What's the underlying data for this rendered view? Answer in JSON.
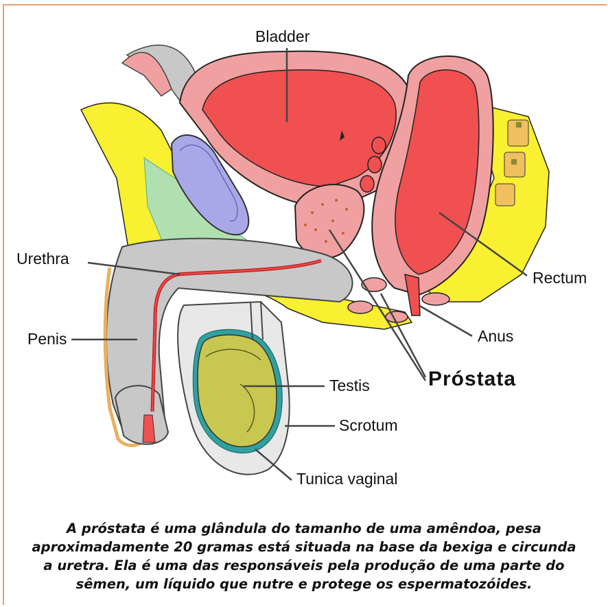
{
  "labels": {
    "bladder": "Bladder",
    "urethra": "Urethra",
    "penis": "Penis",
    "rectum": "Rectum",
    "anus": "Anus",
    "prostata": "Próstata",
    "testis": "Testis",
    "scrotum": "Scrotum",
    "tunica": "Tunica vaginal"
  },
  "caption": [
    "A próstata é uma glândula do tamanho de uma amêndoa, pesa",
    "aproximadamente 20 gramas está situada na base da bexiga e circunda",
    "a uretra. Ela é uma das responsáveis pela produção de uma parte do",
    "sêmen, um líquido que nutre e protege os espermatozóides."
  ],
  "colors": {
    "organ_red": "#f05050",
    "wall_pink": "#f0a0a0",
    "fat_yellow": "#f8f030",
    "tissue_gray": "#c8c8c8",
    "pubic_bone": "#a8a8e8",
    "testis_olive": "#c8c850",
    "tunica_teal": "#30a0a0",
    "frame": "#e8a070"
  }
}
